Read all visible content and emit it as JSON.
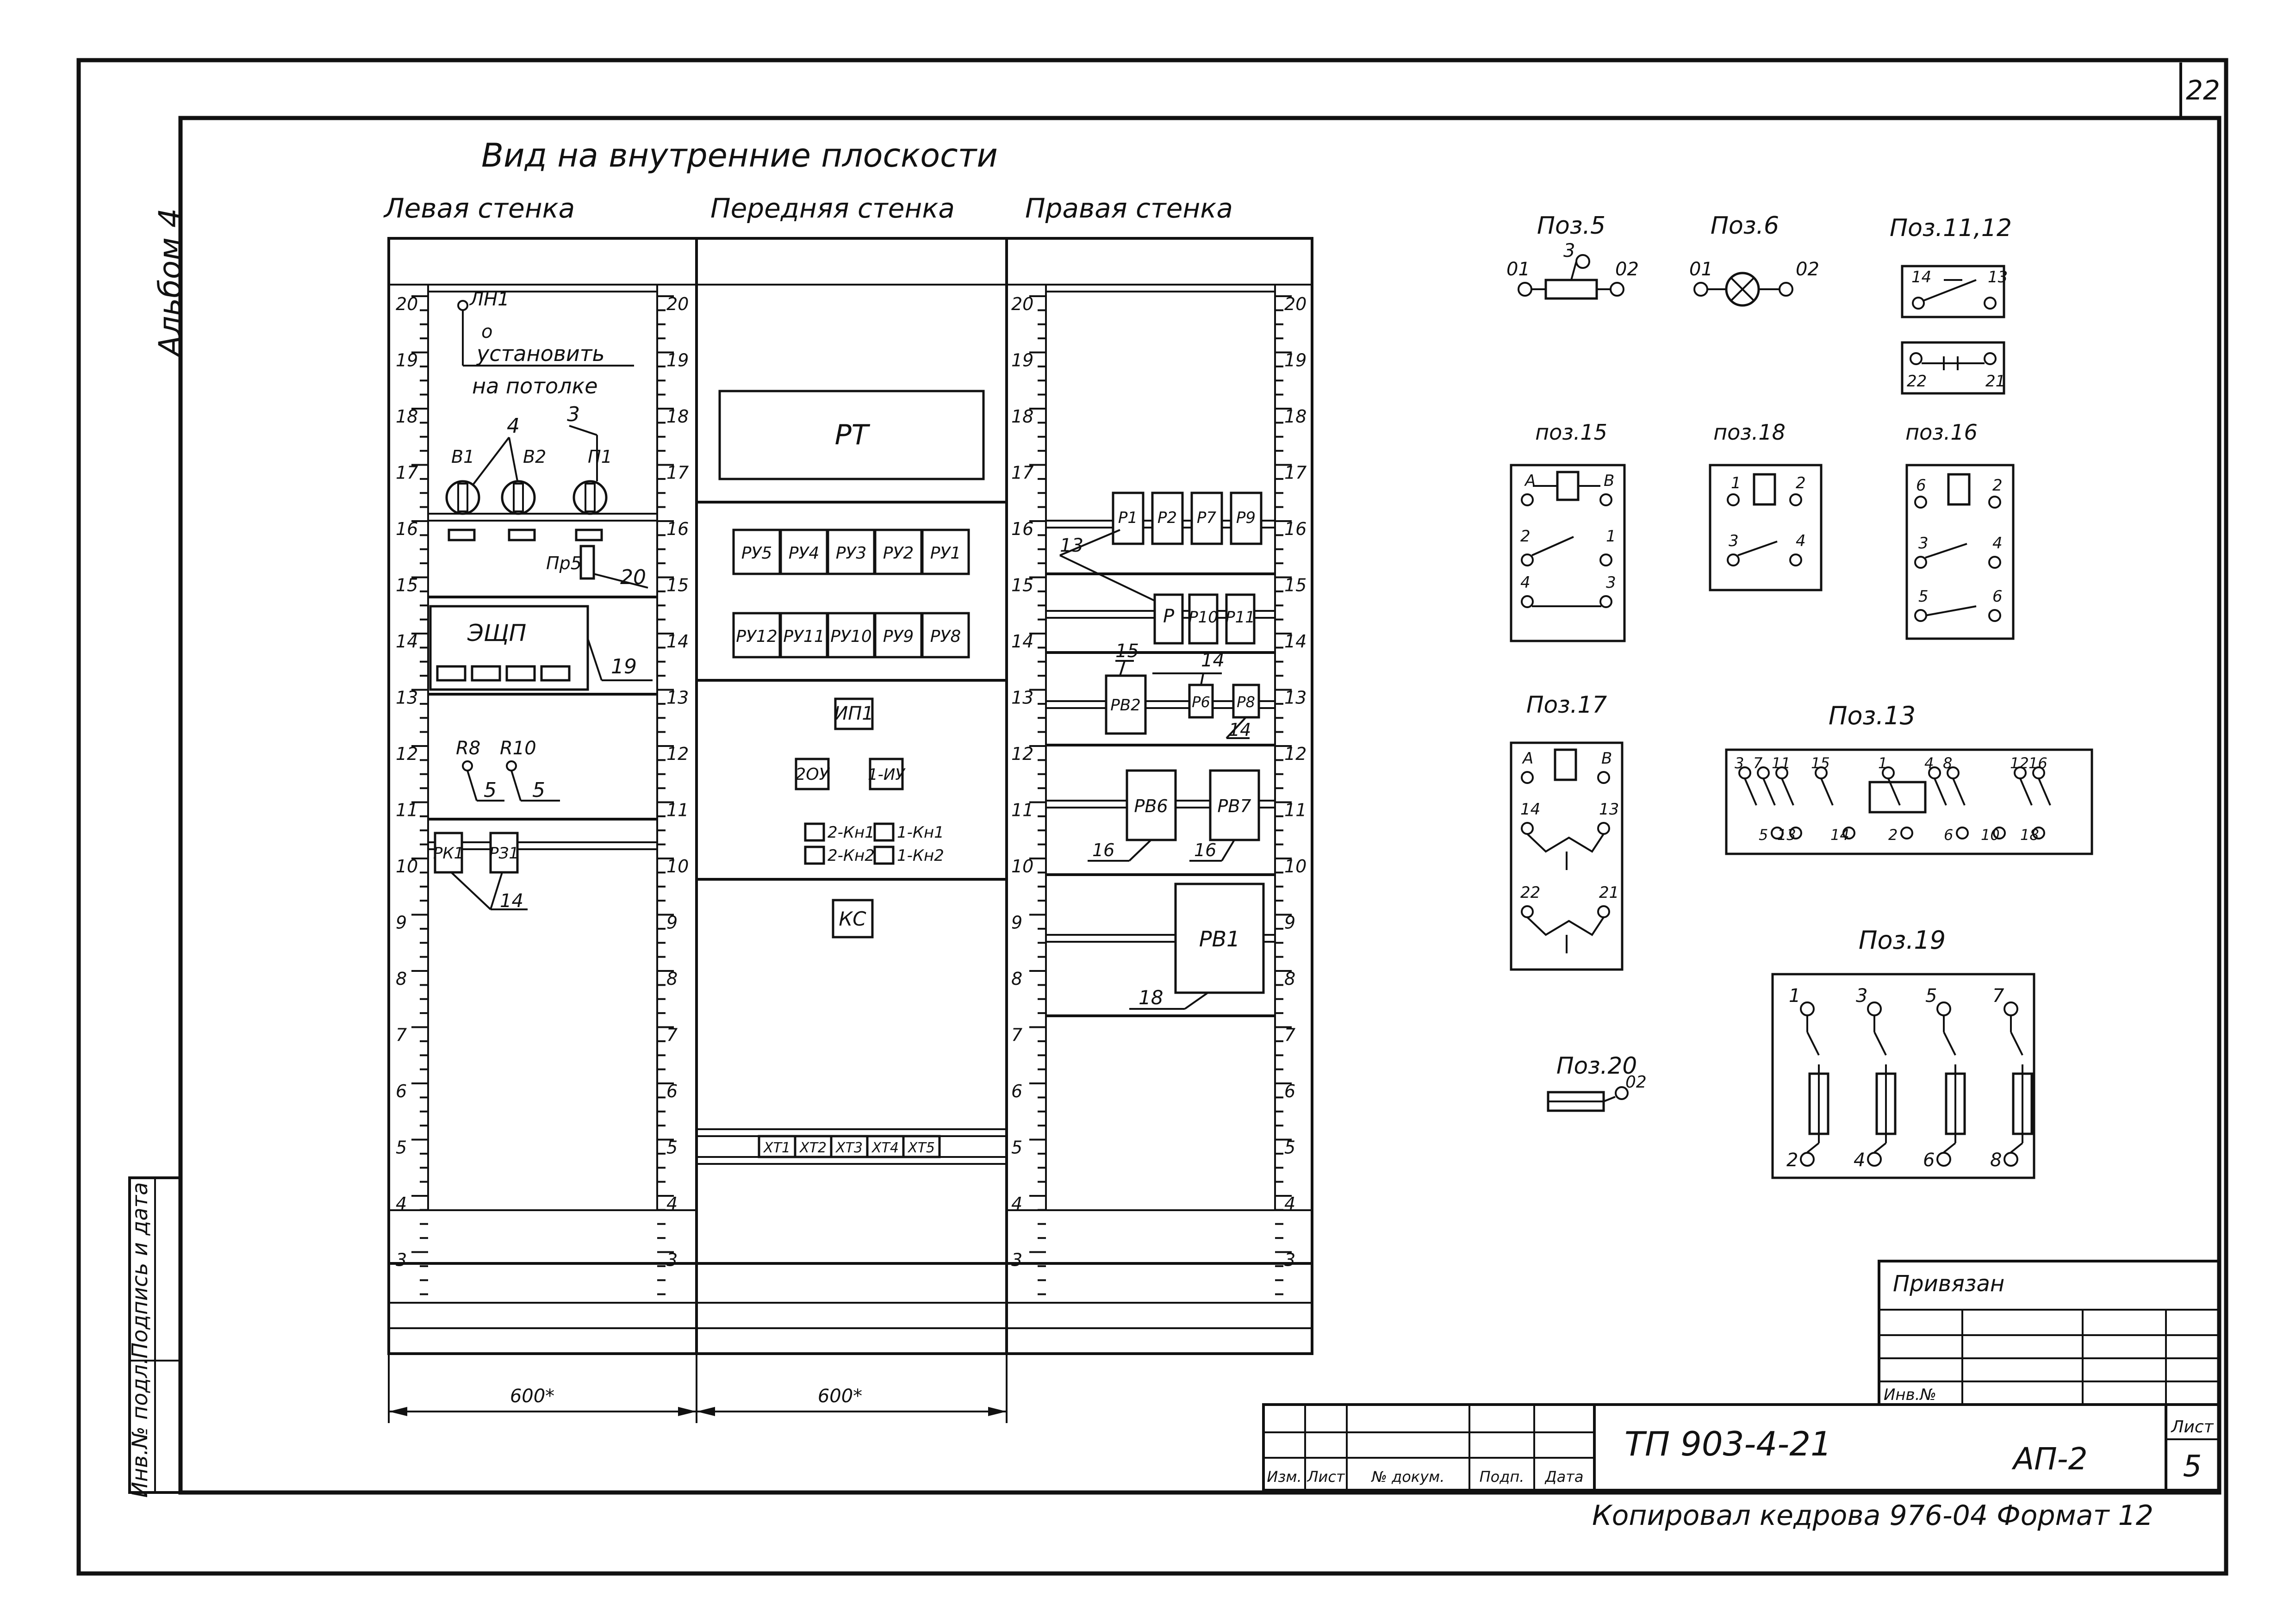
{
  "sheet": {
    "number_top": "22",
    "album": "Альбом 4",
    "view_title": "Вид на внутренние плоскости"
  },
  "walls": {
    "left": "Левая стенка",
    "front": "Передняя стенка",
    "right": "Правая стенка"
  },
  "scale_ticks": [
    "20",
    "19",
    "18",
    "17",
    "16",
    "15",
    "14",
    "13",
    "12",
    "11",
    "10",
    "9",
    "8",
    "7",
    "6",
    "5",
    "4",
    "3"
  ],
  "left_wall": {
    "lamp": "ЛН1",
    "note_o": "о",
    "note_1": "установить",
    "note_2": "на потолке",
    "callout_4": "4",
    "callout_3": "3",
    "b1": "В1",
    "b2": "В2",
    "p1": "П1",
    "pr5": "Пр5",
    "callout_20": "20",
    "eshp": "ЭЩП",
    "callout_19": "19",
    "r8": "R8",
    "r10": "R10",
    "r8_pos": "5",
    "r10_pos": "5",
    "rk1": "РК1",
    "rz1": "РЗ1",
    "callout_14": "14",
    "width": "600*"
  },
  "front_wall": {
    "rt": "РТ",
    "row1": [
      "РУ5",
      "РУ4",
      "РУ3",
      "РУ2",
      "РУ1"
    ],
    "row2": [
      "РУ12",
      "РУ11",
      "РУ10",
      "РУ9",
      "РУ8"
    ],
    "ip1": "ИП1",
    "u2": "2ОУ",
    "u1": "1-ИУ",
    "kn": [
      "2-Кн1",
      "1-Кн1",
      "2-Кн2",
      "1-Кн2"
    ],
    "ks": "КС",
    "terminals": [
      "ХТ1",
      "ХТ2",
      "ХТ3",
      "ХТ4",
      "ХТ5"
    ],
    "width": "600*"
  },
  "right_wall": {
    "row1": [
      "Р1",
      "Р2",
      "Р7",
      "Р9"
    ],
    "callout_13": "13",
    "p": "Р",
    "p10": "Р10",
    "p11": "Р11",
    "callout_15": "15",
    "callout_14a": "14",
    "pv2": "РВ2",
    "p6": "Р6",
    "p8": "Р8",
    "callout_14b": "14",
    "pb6": "РВ6",
    "pb7": "РВ7",
    "callout_16a": "16",
    "callout_16b": "16",
    "pb1": "РВ1",
    "callout_18": "18"
  },
  "positions": {
    "p5": "Поз.5",
    "p5_t1": "01",
    "p5_t2": "02",
    "p5_t3": "3",
    "p6": "Поз.6",
    "p6_t1": "01",
    "p6_t2": "02",
    "p1112": "Поз.11,12",
    "p1112_t": [
      "14",
      "13",
      "22",
      "21"
    ],
    "p15": "поз.15",
    "p18": "поз.18",
    "p16": "поз.16",
    "p17": "Поз.17",
    "p13": "Поз.13",
    "p19": "Поз.19",
    "p20": "Поз.20",
    "p20_t": "02",
    "p19_top": [
      "1",
      "3",
      "5",
      "7"
    ],
    "p19_bot": [
      "2",
      "4",
      "6",
      "8"
    ],
    "p13_top": [
      "3",
      "7",
      "11",
      "15",
      "1",
      "4",
      "8",
      "12",
      "16"
    ],
    "p13_bot": [
      "5",
      "13",
      "14",
      "2",
      "6",
      "10",
      "18"
    ],
    "p15_t": [
      "А",
      "В",
      "2",
      "1",
      "4",
      "3"
    ],
    "p18_t": [
      "1",
      "2",
      "3",
      "4"
    ],
    "p16_t": [
      "6",
      "2",
      "3",
      "4",
      "5",
      "6"
    ],
    "p17_t": [
      "А",
      "В",
      "14",
      "13",
      "22",
      "21"
    ]
  },
  "title_block": {
    "privyazan": "Привязан",
    "inv": "Инв.№",
    "code": "ТП 903-4-21",
    "sheet_code": "АП-2",
    "list_label": "Лист",
    "list_num": "5",
    "cols": [
      "Изм.",
      "Лист",
      "№ докум.",
      "Подп.",
      "Дата"
    ]
  },
  "side_stamp": {
    "podp": "Подпись и дата",
    "inv": "Инв.№ подл."
  },
  "footer": "Копировал кедрова 976-04 Формат 12"
}
